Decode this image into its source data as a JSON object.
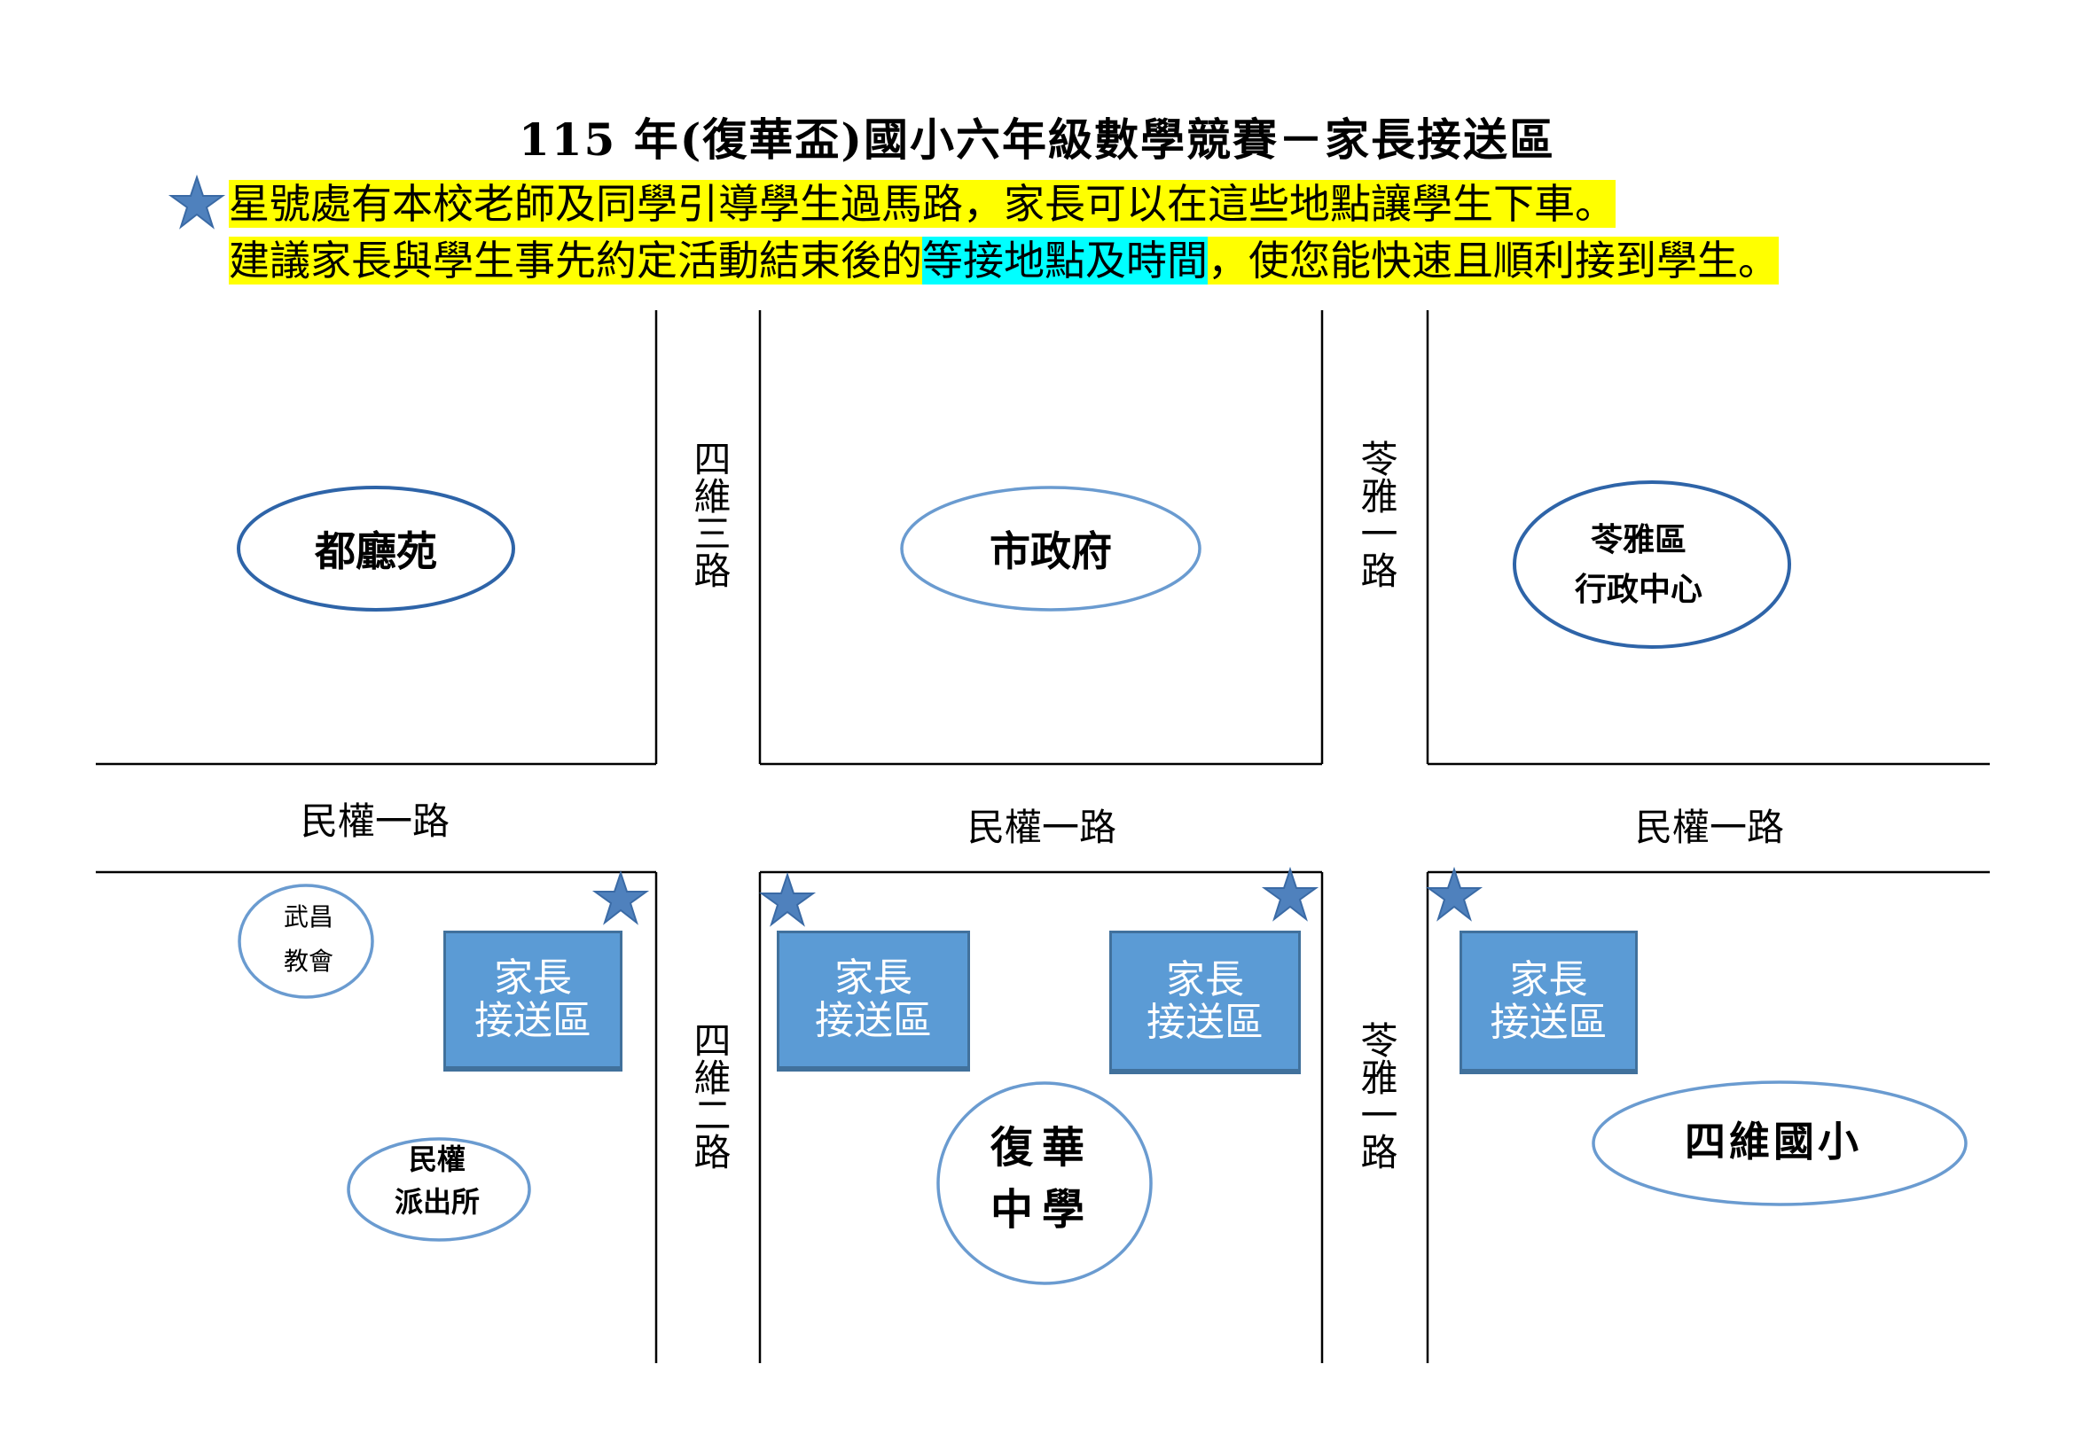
{
  "title": "115 年(復華盃)國小六年級數學競賽－家長接送區",
  "notice": {
    "line1": "星號處有本校老師及同學引導學生過馬路，家長可以在這些地點讓學生下車。",
    "line2_a": "建議家長與學生事先約定活動結束後的",
    "line2_highlight": "等接地點及時間",
    "line2_b": "，使您能快速且順利接到學生。"
  },
  "roads": {
    "minquan_1": "民權一路",
    "siwei_3": "四維三路",
    "siwei_2": "四維二路",
    "lingya_1": "苓雅一路"
  },
  "landmarks": {
    "dutingyuan": "都廳苑",
    "city_hall": "市政府",
    "lingya_district_1": "苓雅區",
    "lingya_district_2": "行政中心",
    "wuchang_church_1": "武昌",
    "wuchang_church_2": "教會",
    "minquan_police_1": "民權",
    "minquan_police_2": "派出所",
    "fuhua_1": "復華",
    "fuhua_2": "中學",
    "siwei_elementary": "四維國小"
  },
  "pickup": {
    "line1": "家長",
    "line2": "接送區"
  },
  "colors": {
    "star": "#4f81bd",
    "box": "#5b9bd5",
    "dark_ellipse": "#2e64a8",
    "light_ellipse": "#6a9bd0",
    "yellow": "#ffff00",
    "cyan": "#00ffff"
  }
}
